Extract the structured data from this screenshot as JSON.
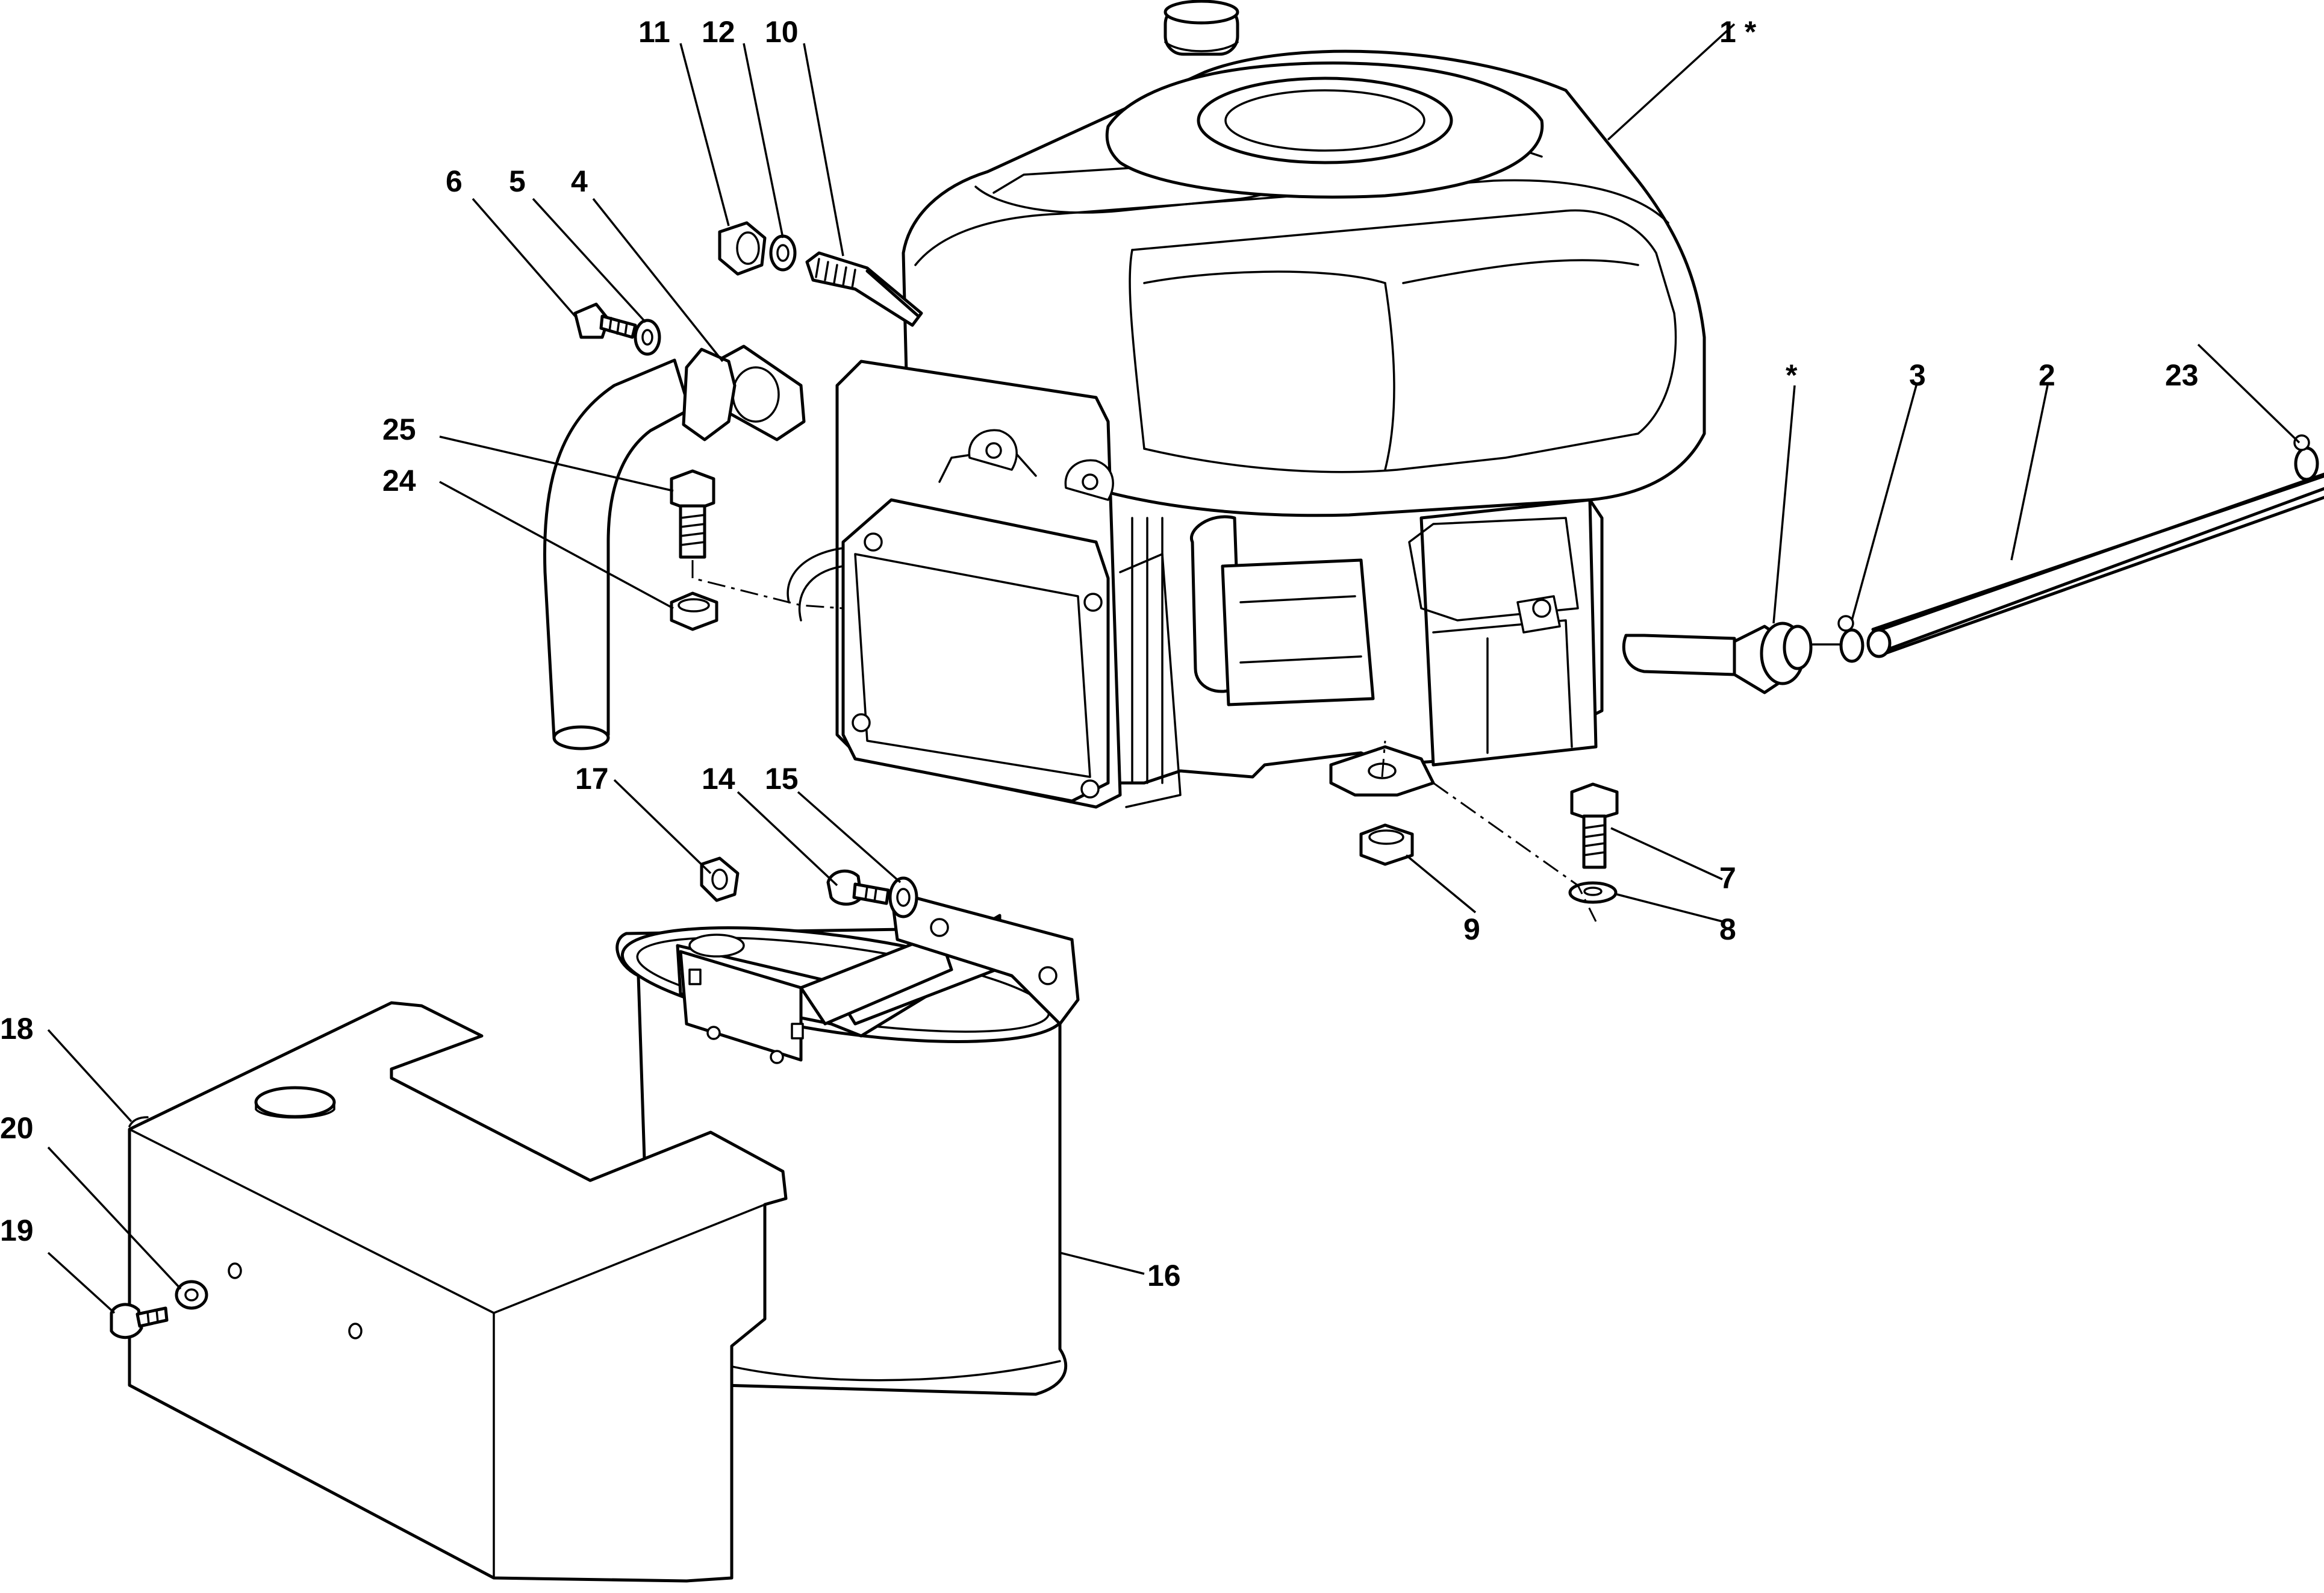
{
  "diagram": {
    "labels": {
      "p1": "1 *",
      "star": "*",
      "p2": "2",
      "p3": "3",
      "p4": "4",
      "p5": "5",
      "p6": "6",
      "p7": "7",
      "p8": "8",
      "p9": "9",
      "p10": "10",
      "p11": "11",
      "p12": "12",
      "p14": "14",
      "p15": "15",
      "p16": "16",
      "p17": "17",
      "p18": "18",
      "p19": "19",
      "p20": "20",
      "p23": "23",
      "p24": "24",
      "p25": "25"
    }
  }
}
